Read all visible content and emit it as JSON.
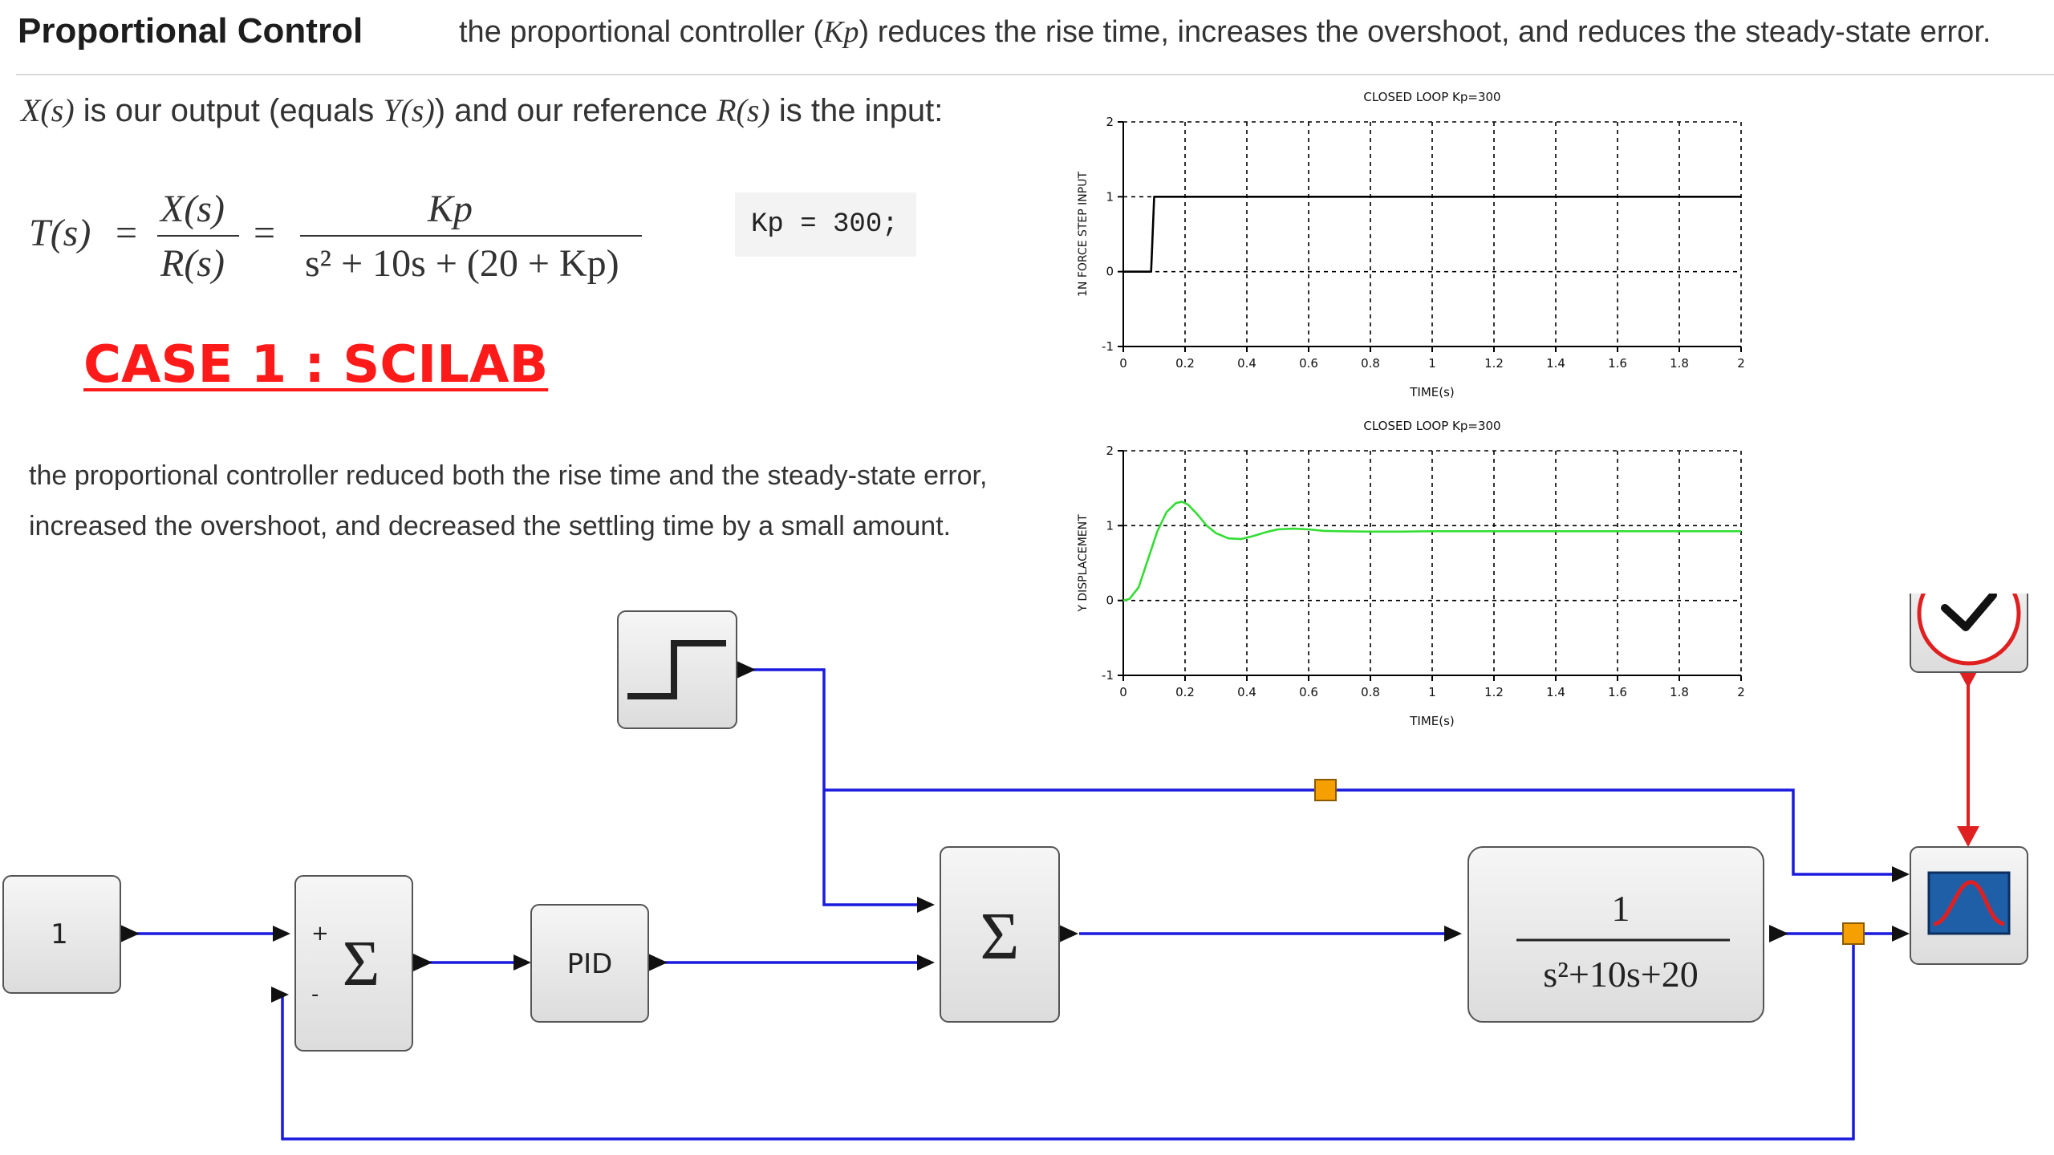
{
  "header": {
    "title": "Proportional Control",
    "desc_pre": "the proportional controller (",
    "desc_math": "Kp",
    "desc_post": ") reduces the rise time, increases the overshoot, and reduces the steady-state error."
  },
  "intro": {
    "x_s": "X(s)",
    "t1": " is our output (equals ",
    "y_s": "Y(s)",
    "t2": ") and our reference ",
    "r_s": "R(s)",
    "t3": " is  the input:"
  },
  "formula": {
    "lhs": "T(s)",
    "frac1_num": "X(s)",
    "frac1_den": "R(s)",
    "frac2_num": "Kp",
    "frac2_den": "s² + 10s + (20 + Kp)"
  },
  "code": "Kp = 300;",
  "case_title": "CASE 1 : SCILAB",
  "paragraph": {
    "line1": "the proportional controller reduced both the rise time and the steady-state error,",
    "line2": "increased the overshoot, and decreased the settling time by a small  amount."
  },
  "chart_data": [
    {
      "type": "line",
      "title": "CLOSED LOOP Kp=300",
      "xlabel": "TIME(s)",
      "ylabel": "1N FORCE STEP INPUT",
      "xlim": [
        0,
        2
      ],
      "ylim": [
        -1,
        2
      ],
      "xticks": [
        "0",
        "0.2",
        "0.4",
        "0.6",
        "0.8",
        "1",
        "1.2",
        "1.4",
        "1.6",
        "1.8",
        "2"
      ],
      "yticks": [
        "-1",
        "0",
        "1",
        "2"
      ],
      "grid": true,
      "series": [
        {
          "color": "#000000",
          "x": [
            0,
            0.09,
            0.1,
            2
          ],
          "y": [
            0,
            0,
            1,
            1
          ]
        }
      ]
    },
    {
      "type": "line",
      "title": "CLOSED LOOP Kp=300",
      "xlabel": "TIME(s)",
      "ylabel": "Y DISPLACEMENT",
      "xlim": [
        0,
        2
      ],
      "ylim": [
        -1,
        2
      ],
      "xticks": [
        "0",
        "0.2",
        "0.4",
        "0.6",
        "0.8",
        "1",
        "1.2",
        "1.4",
        "1.6",
        "1.8",
        "2"
      ],
      "yticks": [
        "-1",
        "0",
        "1",
        "2"
      ],
      "grid": true,
      "series": [
        {
          "color": "#33dd33",
          "x": [
            0,
            0.02,
            0.05,
            0.08,
            0.11,
            0.14,
            0.17,
            0.19,
            0.21,
            0.24,
            0.27,
            0.3,
            0.34,
            0.38,
            0.42,
            0.46,
            0.5,
            0.55,
            0.6,
            0.65,
            0.7,
            0.8,
            0.9,
            1.0,
            1.2,
            1.4,
            1.6,
            1.8,
            2.0
          ],
          "y": [
            0,
            0.02,
            0.18,
            0.55,
            0.92,
            1.18,
            1.3,
            1.32,
            1.28,
            1.15,
            1.0,
            0.9,
            0.83,
            0.82,
            0.86,
            0.91,
            0.95,
            0.96,
            0.95,
            0.93,
            0.925,
            0.92,
            0.92,
            0.925,
            0.925,
            0.925,
            0.925,
            0.925,
            0.925
          ]
        }
      ]
    }
  ],
  "diagram": {
    "const_value": "1",
    "sum1_plus": "+",
    "sum1_minus": "-",
    "sum_symbol": "Σ",
    "pid_label": "PID",
    "tf_num": "1",
    "tf_den": "s²+10s+20",
    "colors": {
      "link": "#1a1adf",
      "event": "#e02020",
      "split": "#f5a000",
      "block_border": "#555555",
      "block_fill": "#e9e9e9"
    }
  }
}
